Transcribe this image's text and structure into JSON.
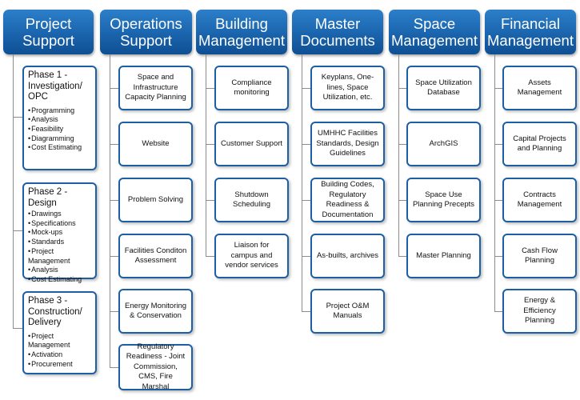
{
  "columns": [
    {
      "title": "Project Support",
      "phases": [
        {
          "title": "Phase 1 - Investigation/ OPC",
          "items": [
            "Programming",
            "Analysis",
            "Feasibility",
            "Diagramming",
            "Cost Estimating"
          ]
        },
        {
          "title": "Phase 2 -Design",
          "items": [
            "Drawings",
            "Specifications",
            "Mock-ups",
            "Standards",
            "Project Management",
            "Analysis",
            "Cost Estimating"
          ]
        },
        {
          "title": "Phase 3 - Construction/ Delivery",
          "items": [
            "Project Management",
            "Activation",
            "Procurement"
          ]
        }
      ]
    },
    {
      "title": "Operations Support",
      "boxes": [
        "Space and Infrastructure Capacity Planning",
        "Website",
        "Problem Solving",
        "Facilities Conditon Assessment",
        "Energy Monitoring & Conservation",
        "Regulatory Readiness - Joint Commission, CMS, Fire Marshal"
      ]
    },
    {
      "title": "Building Management",
      "boxes": [
        "Compliance monitoring",
        "Customer Support",
        "Shutdown Scheduling",
        "Liaison for campus and vendor services"
      ]
    },
    {
      "title": "Master Documents",
      "boxes": [
        "Keyplans, One-lines, Space Utilization, etc.",
        "UMHHC Facilities Standards, Design Guidelines",
        "Building Codes, Regulatory Readiness & Documentation",
        "As-builts, archives",
        "Project O&M Manuals"
      ]
    },
    {
      "title": "Space Management",
      "boxes": [
        "Space Utilization Database",
        "ArchGIS",
        "Space Use Planning Precepts",
        "Master Planning"
      ]
    },
    {
      "title": "Financial Management",
      "boxes": [
        "Assets Management",
        "Capital Projects and Planning",
        "Contracts Management",
        "Cash Flow Planning",
        "Energy & Efficiency Planning"
      ]
    }
  ]
}
